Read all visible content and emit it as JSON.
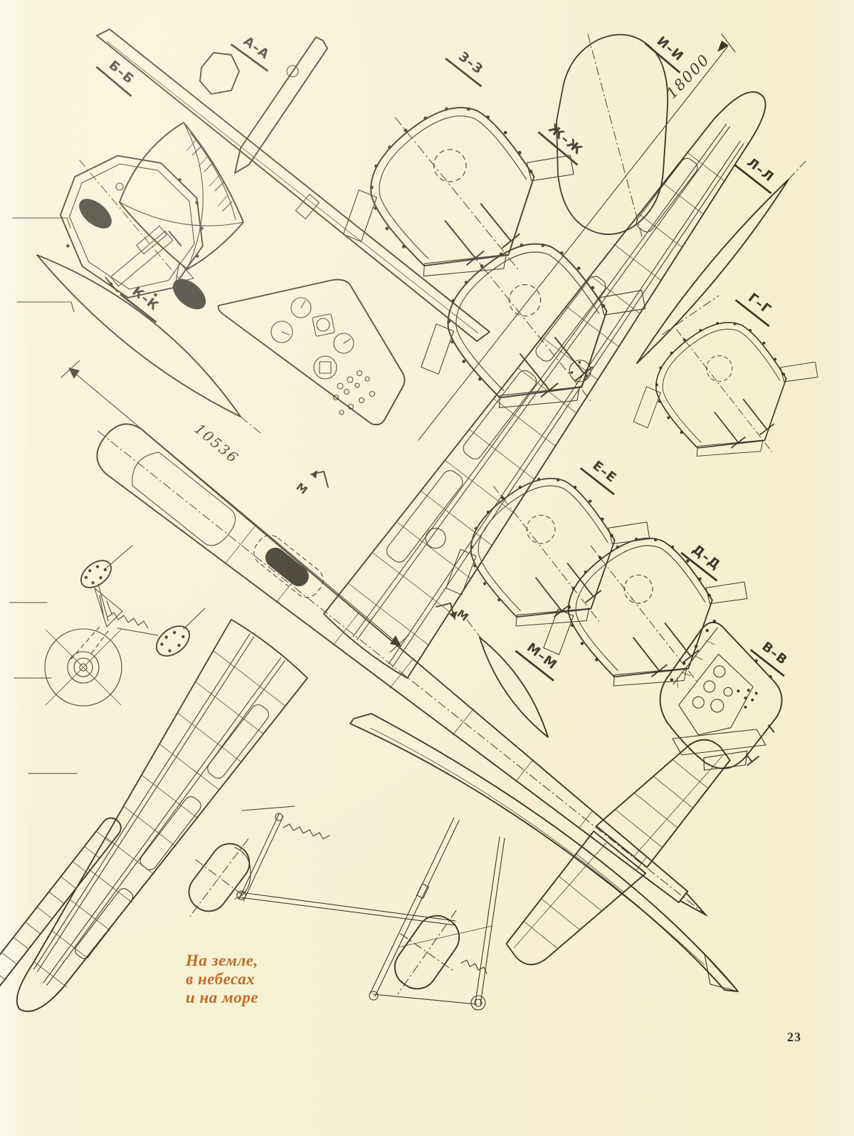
{
  "page": {
    "number": "23",
    "background_color": "#f7f2d5",
    "ink_color": "#3d372b",
    "caption": {
      "color": "#c06a2b",
      "line1": "На земле,",
      "line2": "в небесах",
      "line3": "и на море"
    }
  },
  "drawing": {
    "subject": "aircraft-three-view-blueprint-with-cross-sections",
    "dimensions": {
      "wingspan_mm": "18000",
      "length_mm": "10536"
    },
    "section_labels": {
      "aa": "А–А",
      "bb": "Б–Б",
      "vv": "В–В",
      "gg": "Г–Г",
      "dd": "Д–Д",
      "ee": "Е–Е",
      "zhzh": "Ж–Ж",
      "zz": "З–З",
      "ii": "И–И",
      "kk": "К–К",
      "ll": "Л–Л",
      "mm": "М–М",
      "cut": "М"
    }
  }
}
